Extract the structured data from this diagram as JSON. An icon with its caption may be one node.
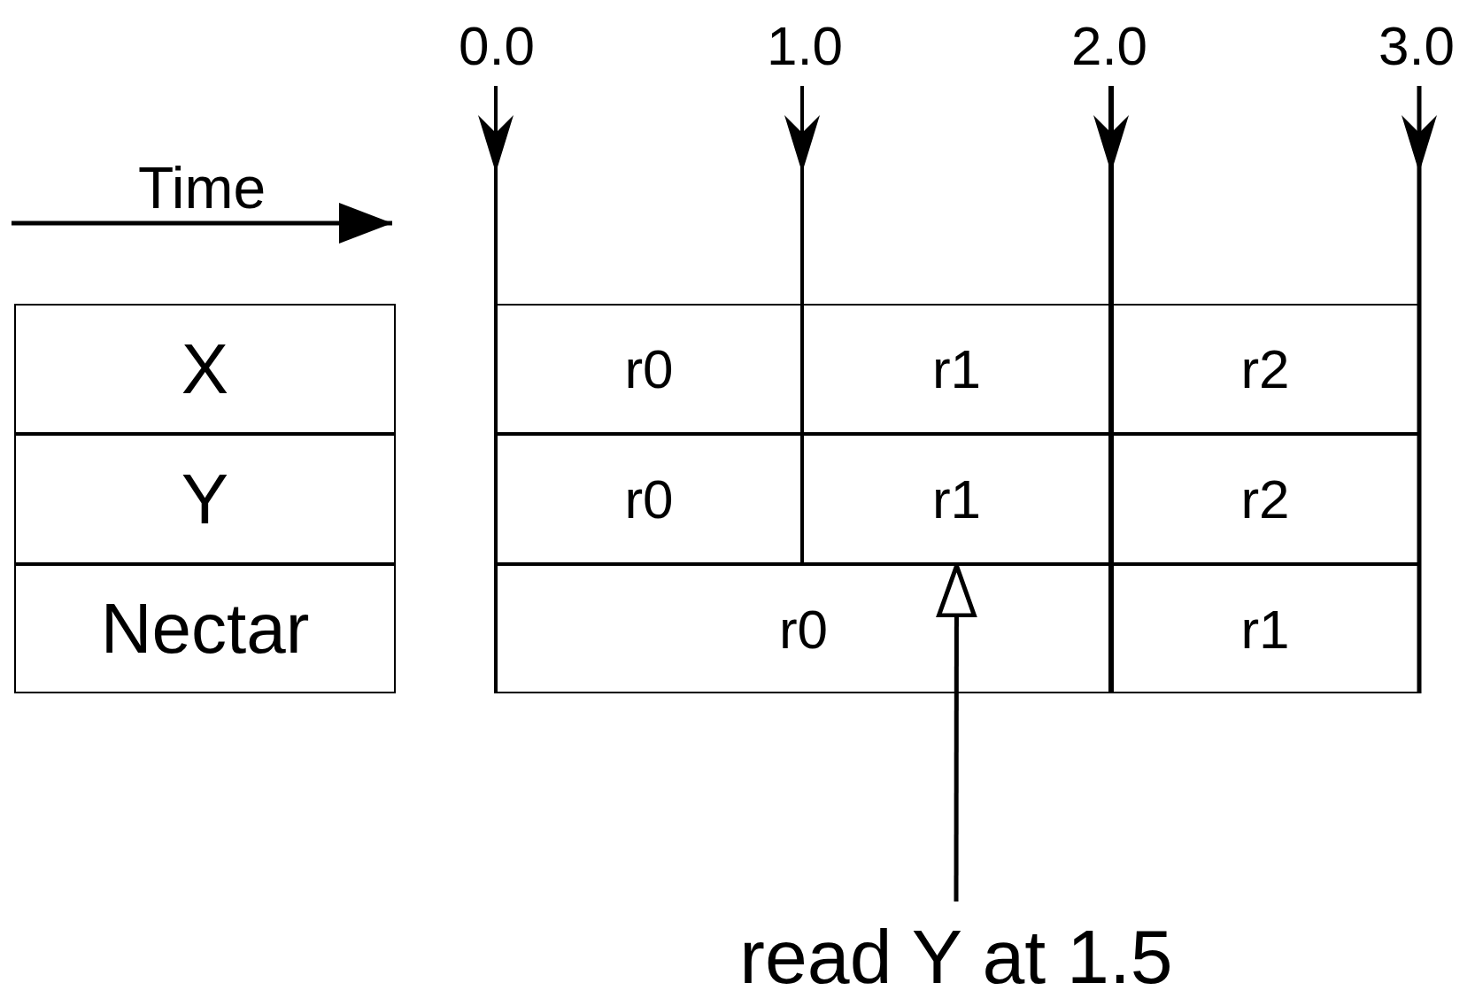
{
  "diagram": {
    "nodes": [
      {
        "text": [
          "X"
        ]
      },
      {
        "text": [
          "Y"
        ]
      },
      {
        "text": [
          "Nectar"
        ]
      },
      {
        "text": [
          "r0"
        ]
      },
      {
        "text": [
          "r1"
        ]
      },
      {
        "text": [
          "r2"
        ]
      },
      {
        "text": [
          "r0"
        ]
      },
      {
        "text": [
          "r1"
        ]
      },
      {
        "text": [
          "r2"
        ]
      },
      {
        "text": [
          "r0"
        ]
      },
      {
        "text": [
          "r1"
        ]
      },
      {
        "text": [
          "read Y at 1.5"
        ]
      }
    ],
    "edges": [
      {
        "from": 11,
        "to": 7,
        "arrow": "to"
      }
    ],
    "labels": [
      "0.0",
      "1.0",
      "2.0",
      "3.0",
      "Time"
    ]
  }
}
